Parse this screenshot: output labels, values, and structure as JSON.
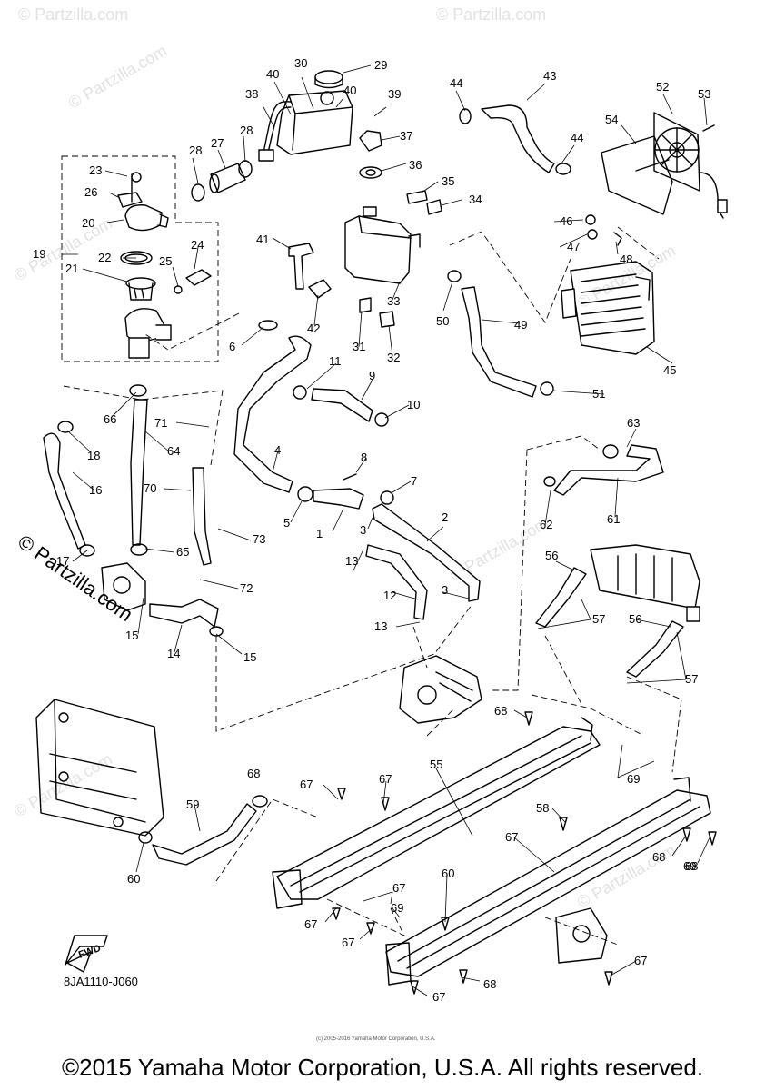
{
  "watermark": "© Partzilla.com",
  "drawing_code": "8JA1110-J060",
  "fwd_label": "FWD",
  "fine_print": "(c) 2005-2016 Yamaha Motor Corporation, U.S.A.",
  "copyright": "©2015 Yamaha Motor Corporation, U.S.A. All rights reserved.",
  "callouts": [
    "29",
    "30",
    "40",
    "40",
    "39",
    "38",
    "44",
    "43",
    "52",
    "53",
    "28",
    "27",
    "28",
    "37",
    "36",
    "54",
    "44",
    "23",
    "26",
    "35",
    "34",
    "20",
    "46",
    "41",
    "19",
    "22",
    "21",
    "24",
    "25",
    "47",
    "48",
    "50",
    "33",
    "49",
    "42",
    "6",
    "31",
    "32",
    "45",
    "11",
    "9",
    "51",
    "66",
    "71",
    "10",
    "18",
    "64",
    "63",
    "4",
    "8",
    "7",
    "16",
    "70",
    "1",
    "5",
    "3",
    "62",
    "61",
    "2",
    "73",
    "65",
    "56",
    "17",
    "13",
    "72",
    "12",
    "3",
    "57",
    "15",
    "56",
    "14",
    "15",
    "13",
    "57",
    "68",
    "55",
    "69",
    "67",
    "67",
    "60",
    "59",
    "68",
    "58",
    "67",
    "68",
    "69",
    "67",
    "60",
    "67",
    "69",
    "67",
    "67",
    "68",
    "67",
    "68"
  ]
}
